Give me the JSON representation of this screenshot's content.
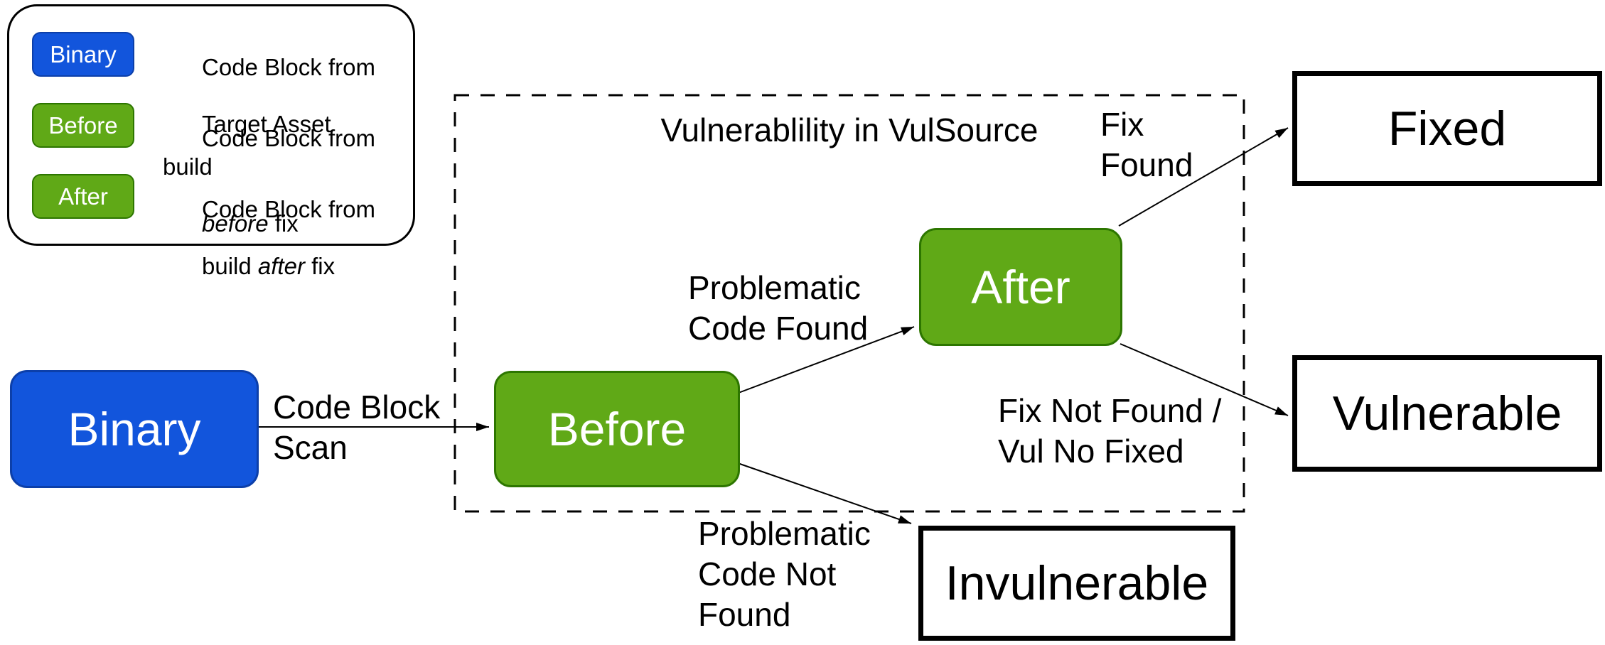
{
  "colors": {
    "background": "#FFFFFF",
    "binary_fill": "#1255DC",
    "binary_stroke": "#0C3FA9",
    "build_fill": "#60A917",
    "build_stroke": "#2D7600",
    "outline": "#000000"
  },
  "legend": {
    "items": [
      {
        "chip": "Binary",
        "line1": "Code Block from",
        "line2_pre": "Target Asset"
      },
      {
        "chip": "Before",
        "line1": "Code Block from build",
        "line2_italic": "before",
        "line2_rest": " fix"
      },
      {
        "chip": "After",
        "line1": "Code Block from",
        "line2_pre": "build ",
        "line2_italic": "after",
        "line2_rest": " fix"
      }
    ]
  },
  "container": {
    "title": "Vulnerablility in VulSource"
  },
  "nodes": {
    "binary": "Binary",
    "before": "Before",
    "after": "After",
    "fixed": "Fixed",
    "vulnerable": "Vulnerable",
    "invulnerable": "Invulnerable"
  },
  "edge_labels": {
    "scan": {
      "line1": "Code Block",
      "line2": "Scan"
    },
    "problem_found": {
      "line1": "Problematic",
      "line2": "Code Found"
    },
    "fix_found": {
      "line1": "Fix",
      "line2": "Found"
    },
    "fix_not_found": {
      "line1": "Fix Not Found /",
      "line2": "Vul No Fixed"
    },
    "problem_not_found": {
      "line1": "Problematic",
      "line2": "Code Not",
      "line3": "Found"
    }
  }
}
